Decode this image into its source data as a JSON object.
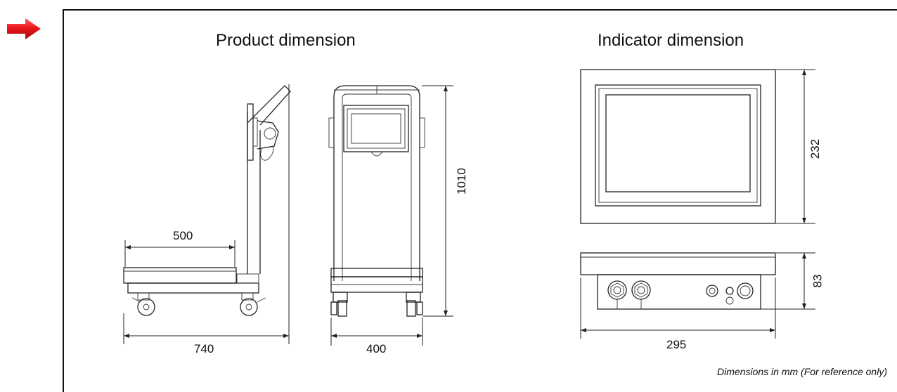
{
  "titles": {
    "product": "Product dimension",
    "indicator": "Indicator dimension"
  },
  "dimensions": {
    "platform_depth": "500",
    "overall_depth": "740",
    "overall_width": "400",
    "overall_height": "1010",
    "indicator_height": "232",
    "indicator_thickness": "83",
    "indicator_width": "295"
  },
  "note": "Dimensions in mm  (For reference only)",
  "colors": {
    "arrow": "#e8141b",
    "line": "#222222"
  },
  "icons": {
    "marker": "red-arrow-icon"
  }
}
